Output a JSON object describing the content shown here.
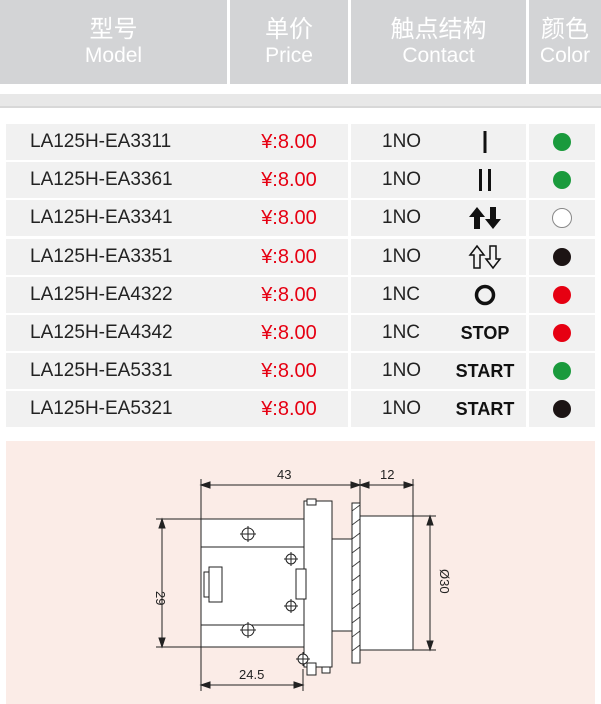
{
  "header": {
    "columns": [
      {
        "cn": "型号",
        "en": "Model"
      },
      {
        "cn": "单价",
        "en": "Price"
      },
      {
        "cn": "触点结构",
        "en": "Contact"
      },
      {
        "cn": "颜色",
        "en": "Color"
      }
    ]
  },
  "rows": [
    {
      "model": "LA125H-EA3311",
      "price": "¥:8.00",
      "contact": "1NO",
      "symbol": "single-bar",
      "color": "#1a9a3c"
    },
    {
      "model": "LA125H-EA3361",
      "price": "¥:8.00",
      "contact": "1NO",
      "symbol": "double-bar",
      "color": "#1a9a3c"
    },
    {
      "model": "LA125H-EA3341",
      "price": "¥:8.00",
      "contact": "1NO",
      "symbol": "filled-up-down-arrows",
      "color": "#ffffff"
    },
    {
      "model": "LA125H-EA3351",
      "price": "¥:8.00",
      "contact": "1NO",
      "symbol": "outline-up-down-arrows",
      "color": "#1c1414"
    },
    {
      "model": "LA125H-EA4322",
      "price": "¥:8.00",
      "contact": "1NC",
      "symbol": "ring",
      "color": "#e60012"
    },
    {
      "model": "LA125H-EA4342",
      "price": "¥:8.00",
      "contact": "1NC",
      "symbol_text": "STOP",
      "color": "#e60012"
    },
    {
      "model": "LA125H-EA5331",
      "price": "¥:8.00",
      "contact": "1NO",
      "symbol_text": "START",
      "color": "#1a9a3c"
    },
    {
      "model": "LA125H-EA5321",
      "price": "¥:8.00",
      "contact": "1NO",
      "symbol_text": "START",
      "color": "#1c1414"
    }
  ],
  "drawing": {
    "dim_43": "43",
    "dim_12": "12",
    "dim_29": "29",
    "dim_30": "Ø30",
    "dim_24_5": "24.5"
  }
}
